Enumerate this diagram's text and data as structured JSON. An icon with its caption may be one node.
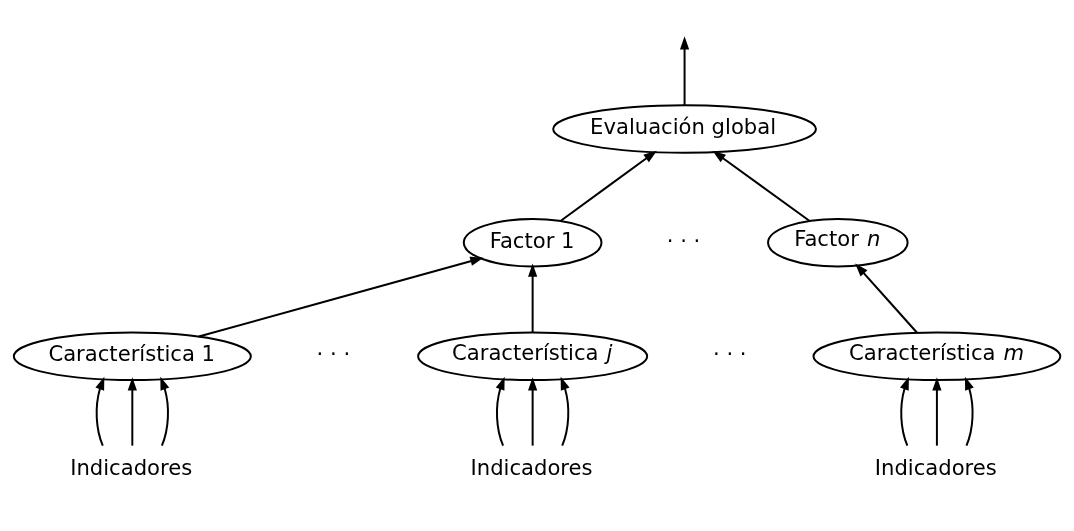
{
  "diagram": {
    "nodes": [
      {
        "text": [
          "Evaluación global"
        ]
      },
      {
        "text": [
          "Factor 1"
        ]
      },
      {
        "text": [
          "Factor *n*"
        ]
      },
      {
        "text": [
          "Característica 1"
        ]
      },
      {
        "text": [
          "Característica *j*"
        ]
      },
      {
        "text": [
          "Característica *m*"
        ]
      },
      {
        "text": [
          "Indicadores"
        ]
      },
      {
        "text": [
          "Indicadores"
        ]
      },
      {
        "text": [
          "Indicadores"
        ]
      }
    ],
    "edges": [
      {
        "from": 0,
        "to": null,
        "arrow": "to"
      },
      {
        "from": 1,
        "to": 0,
        "arrow": "to"
      },
      {
        "from": 2,
        "to": 0,
        "arrow": "to"
      },
      {
        "from": 3,
        "to": 1,
        "arrow": "to"
      },
      {
        "from": 4,
        "to": 1,
        "arrow": "to"
      },
      {
        "from": 5,
        "to": 2,
        "arrow": "to"
      },
      {
        "from": 6,
        "to": 3,
        "arrow": "to"
      },
      {
        "from": 6,
        "to": 3,
        "arrow": "to"
      },
      {
        "from": 6,
        "to": 3,
        "arrow": "to"
      },
      {
        "from": 7,
        "to": 4,
        "arrow": "to"
      },
      {
        "from": 7,
        "to": 4,
        "arrow": "to"
      },
      {
        "from": 7,
        "to": 4,
        "arrow": "to"
      },
      {
        "from": 8,
        "to": 5,
        "arrow": "to"
      },
      {
        "from": 8,
        "to": 5,
        "arrow": "to"
      },
      {
        "from": 8,
        "to": 5,
        "arrow": "to"
      }
    ],
    "labels": [
      "· · ·",
      "· · ·",
      "· · ·"
    ]
  }
}
